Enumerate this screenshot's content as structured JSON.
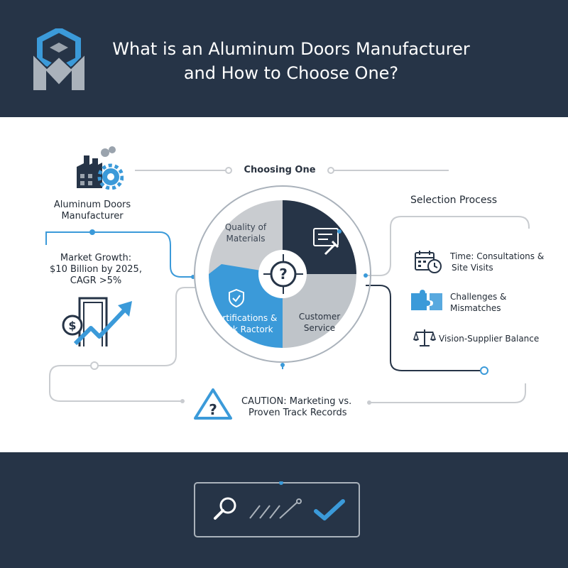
{
  "header": {
    "title_line1": "What is an Aluminum Doors Manufacturer",
    "title_line2": "and How to Choose One?"
  },
  "diagram": {
    "top_label": "Choosing One",
    "left": {
      "title_line1": "Aluminum Doors",
      "title_line2": "Manufacturer",
      "growth_line1": "Market Growth:",
      "growth_line2": "$10 Billion by 2025,",
      "growth_line3": "CAGR >5%"
    },
    "cycle": {
      "segment_quality_line1": "Quality of",
      "segment_quality_line2": "Materials",
      "segment_cert_line1": "Certifications &",
      "segment_cert_line2": "Track Ractork",
      "segment_service_line1": "Customer",
      "segment_service_line2": "Service",
      "center_symbol": "?"
    },
    "right": {
      "title": "Selection Process",
      "item1_line1": "Time: Consultations &",
      "item1_line2": "Site Visits",
      "item2_line1": "Challenges &",
      "item2_line2": "Mismatches",
      "item3": "Vision-Supplier Balance"
    },
    "caution": {
      "line1": "CAUTION: Marketing vs.",
      "line2": "Proven Track Records"
    }
  },
  "colors": {
    "navy": "#263447",
    "accent_blue": "#3b9ad9",
    "light_gray": "#c9ccd0",
    "dark_text": "#1f2833"
  },
  "icons": [
    "logo-icon",
    "factory-gear-icon",
    "dollar-growth-icon",
    "wrench-tools-icon",
    "question-icon",
    "shield-check-icon",
    "calendar-clock-icon",
    "puzzle-icon",
    "scales-icon",
    "warning-icon",
    "magnifier-icon",
    "pencil-lines-icon",
    "checkmark-icon"
  ]
}
